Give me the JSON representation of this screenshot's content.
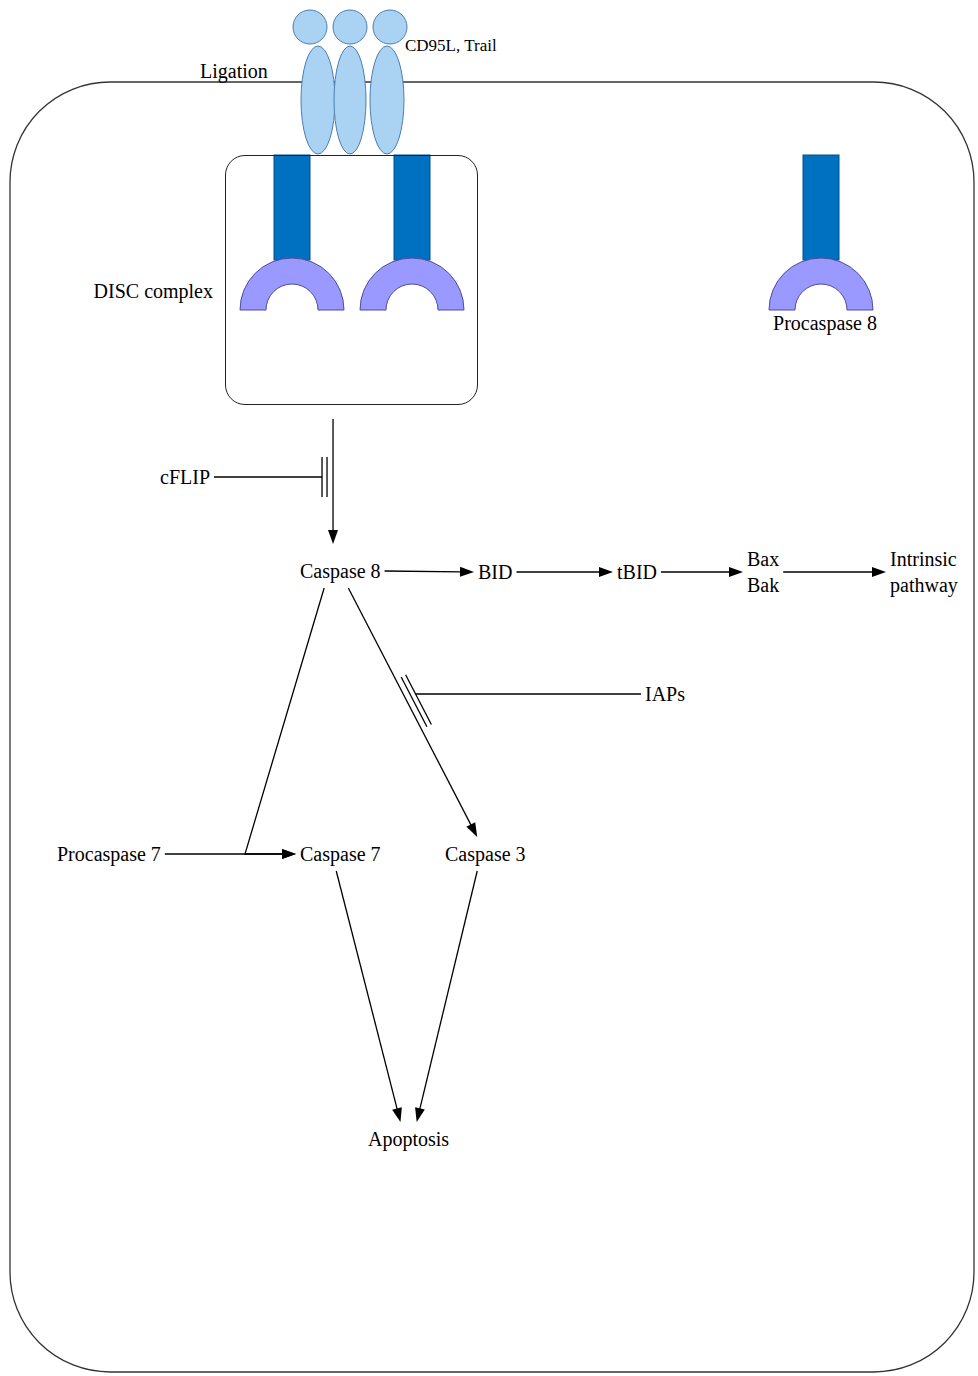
{
  "diagram": {
    "nodes": [
      {
        "text": [
          "DISC complex"
        ]
      },
      {
        "text": [
          "Procaspase 8"
        ]
      },
      {
        "text": [
          "Caspase 8"
        ]
      },
      {
        "text": [
          "BID"
        ]
      },
      {
        "text": [
          "tBID"
        ]
      },
      {
        "text": [
          "Bax Bak"
        ]
      },
      {
        "text": [
          "Intrinsic pathway"
        ]
      },
      {
        "text": [
          "Procaspase 7"
        ]
      },
      {
        "text": [
          "Caspase 7"
        ]
      },
      {
        "text": [
          "Caspase 3"
        ]
      },
      {
        "text": [
          "Apoptosis"
        ]
      }
    ],
    "edges": [
      {
        "from": 0,
        "to": 2,
        "arrow": "to"
      },
      {
        "from": 2,
        "to": 3,
        "arrow": "to"
      },
      {
        "from": 3,
        "to": 4,
        "arrow": "to"
      },
      {
        "from": 4,
        "to": 5,
        "arrow": "to"
      },
      {
        "from": 5,
        "to": 6,
        "arrow": "to"
      },
      {
        "from": 2,
        "to": 8,
        "arrow": "to"
      },
      {
        "from": 2,
        "to": 9,
        "arrow": "to"
      },
      {
        "from": 7,
        "to": 8,
        "arrow": "to"
      },
      {
        "from": 8,
        "to": 10,
        "arrow": "to"
      },
      {
        "from": 9,
        "to": 10,
        "arrow": "to"
      }
    ],
    "labels": [
      "Ligation",
      "CD95L, Trail",
      "cFLIP",
      "IAPs"
    ]
  }
}
